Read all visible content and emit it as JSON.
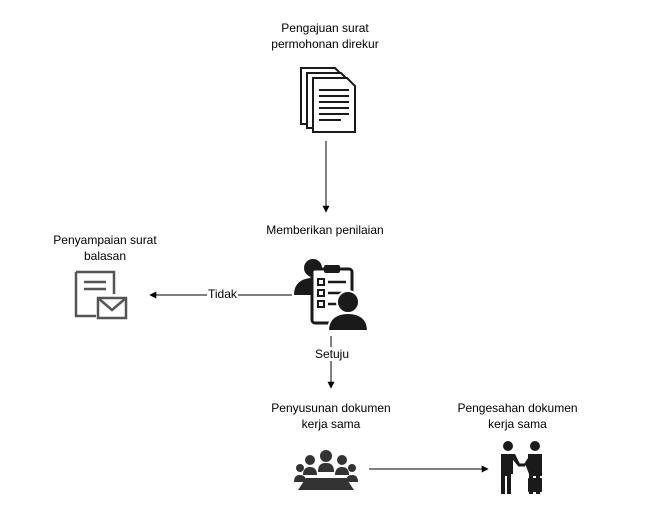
{
  "nodes": {
    "submission": {
      "label_line1": "Pengajuan surat",
      "label_line2": "permohonan direkur",
      "icon": "documents-icon"
    },
    "assessment": {
      "label": "Memberikan penilaian",
      "icon": "assessment-clipboard-icon"
    },
    "reply": {
      "label_line1": "Penyampaian surat",
      "label_line2": "balasan",
      "icon": "letter-mail-icon"
    },
    "drafting": {
      "label_line1": "Penyusunan dokumen",
      "label_line2": "kerja sama",
      "icon": "meeting-icon"
    },
    "ratification": {
      "label_line1": "Pengesahan dokumen",
      "label_line2": "kerja sama",
      "icon": "handshake-icon"
    }
  },
  "edges": {
    "no_label": "Tidak",
    "yes_label": "Setuju"
  },
  "colors": {
    "icon_dark": "#1a1a1a",
    "icon_grey": "#555555",
    "line": "#000000"
  }
}
